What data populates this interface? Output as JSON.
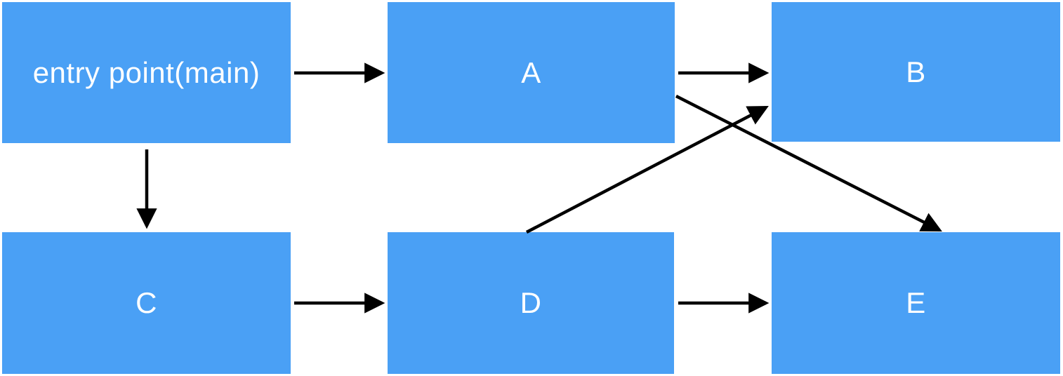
{
  "diagram": {
    "type": "flowchart",
    "colors": {
      "background": "#ffffff",
      "node_fill": "#4aa0f5",
      "node_text": "#ffffff",
      "arrow": "#000000"
    },
    "nodes": [
      {
        "id": "entry",
        "label": "entry point(main)"
      },
      {
        "id": "A",
        "label": "A"
      },
      {
        "id": "B",
        "label": "B"
      },
      {
        "id": "C",
        "label": "C"
      },
      {
        "id": "D",
        "label": "D"
      },
      {
        "id": "E",
        "label": "E"
      }
    ],
    "edges": [
      {
        "from": "entry",
        "to": "A"
      },
      {
        "from": "A",
        "to": "B"
      },
      {
        "from": "entry",
        "to": "C"
      },
      {
        "from": "C",
        "to": "D"
      },
      {
        "from": "D",
        "to": "E"
      },
      {
        "from": "D",
        "to": "B"
      },
      {
        "from": "A",
        "to": "E"
      }
    ]
  }
}
